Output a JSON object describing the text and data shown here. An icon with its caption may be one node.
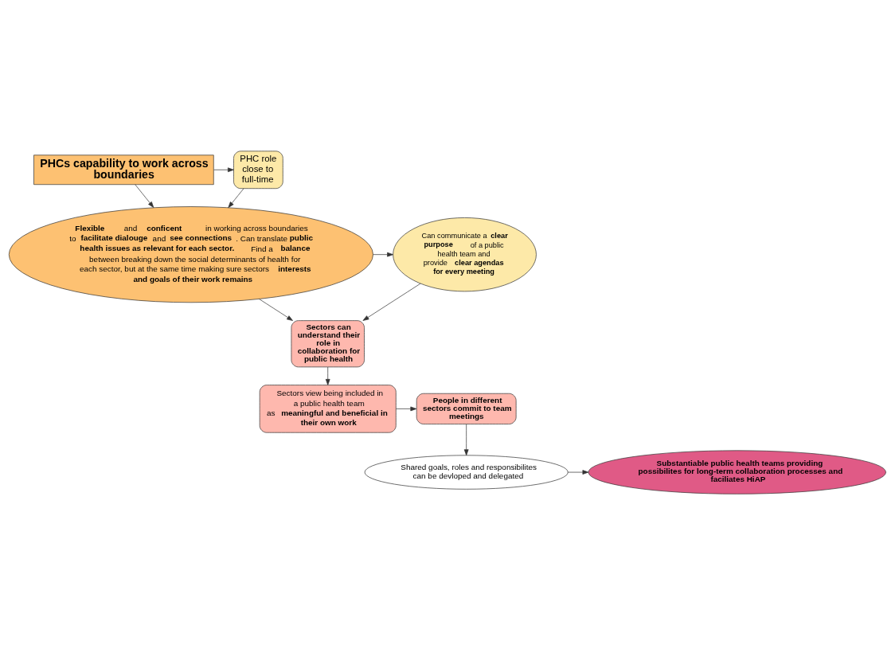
{
  "diagram": {
    "nodes": [
      {
        "text": [
          "PHCs capability to work across boundaries"
        ]
      },
      {
        "text": [
          "PHC role close to full-time"
        ]
      },
      {
        "text": [
          "**Flexible** and **conficent** in working across boundaries to **facilitate dialouge** and **see connections**. Can translate **public health issues as relevant for each sector.** Find a **balance** between breaking down the social determinants of health for each sector, but at the same time making sure sectors **interests and goals of their work remains**"
        ]
      },
      {
        "text": [
          "Can communicate a **clear purpose** of a public health team and provide **clear agendas for every meeting**"
        ]
      },
      {
        "text": [
          "Sectors can understand their role in collaboration for public health"
        ]
      },
      {
        "text": [
          "Sectors view being included in a public health team as **meaningful and beneficial in their own work**"
        ]
      },
      {
        "text": [
          "People in different sectors commit to team meetings"
        ]
      },
      {
        "text": [
          "Shared goals, roles and responsibilites can be devloped and delegated"
        ]
      },
      {
        "text": [
          "Substantiable public health teams providing possibilites for long-term collaboration processes and faciliates HiAP"
        ]
      }
    ],
    "edges": [
      {
        "from": 0,
        "to": 1,
        "arrow": "to"
      },
      {
        "from": 0,
        "to": 2,
        "arrow": "to"
      },
      {
        "from": 1,
        "to": 2,
        "arrow": "to"
      },
      {
        "from": 2,
        "to": 3,
        "arrow": "to"
      },
      {
        "from": 2,
        "to": 4,
        "arrow": "to"
      },
      {
        "from": 3,
        "to": 4,
        "arrow": "to"
      },
      {
        "from": 4,
        "to": 5,
        "arrow": "to"
      },
      {
        "from": 5,
        "to": 6,
        "arrow": "to"
      },
      {
        "from": 6,
        "to": 7,
        "arrow": "to"
      },
      {
        "from": 7,
        "to": 8,
        "arrow": "to"
      }
    ]
  }
}
